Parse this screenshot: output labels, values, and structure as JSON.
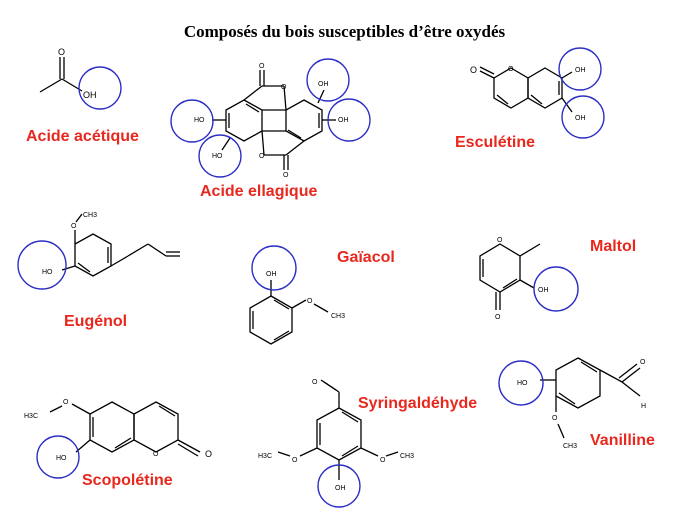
{
  "title": "Composés du bois susceptibles d’être oxydés",
  "compounds": {
    "acide_acetique": "Acide acétique",
    "acide_ellagique": "Acide ellagique",
    "esculetine": "Esculétine",
    "eugenol": "Eugénol",
    "gaiacol": "Gaïacol",
    "maltol": "Maltol",
    "scopoletine": "Scopolétine",
    "syringaldehyde": "Syringaldéhyde",
    "vanilline": "Vanilline"
  },
  "atoms": {
    "o": "O",
    "oh": "OH",
    "ho": "HO",
    "h": "H",
    "ch3": "CH3",
    "h3c": "H3C"
  },
  "colors": {
    "label": "#e8281e",
    "circle": "#2b2fc4",
    "bond": "#000000"
  }
}
